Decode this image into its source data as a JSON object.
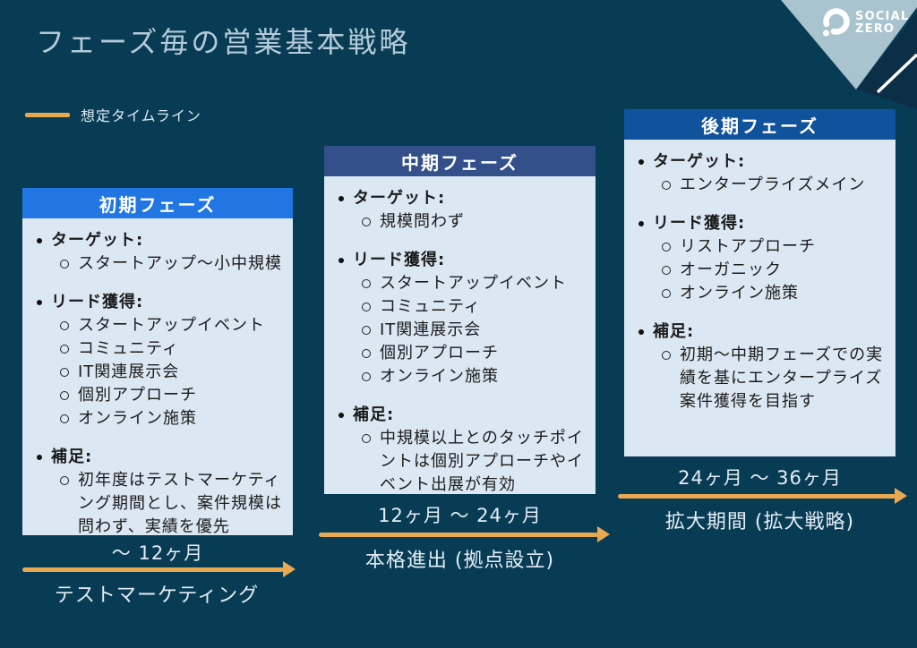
{
  "title": "フェーズ毎の営業基本戦略",
  "legend": {
    "label": "想定タイムライン"
  },
  "logo": {
    "line1": "SOCIAL",
    "line2": "ZERO"
  },
  "colors": {
    "background": "#083C55",
    "corner_light": "#A9C3CF",
    "corner_dark": "#0B2F47",
    "accent_orange": "#EAA951",
    "phase1_header": "#2176E4",
    "phase2_header": "#33508A",
    "phase3_header": "#11529C",
    "card_body": "#DBE7F2",
    "title_text": "#B5CBD9",
    "light_text": "#E4EDF4"
  },
  "phases": [
    {
      "title": "初期フェーズ",
      "sections": [
        {
          "label": "ターゲット:",
          "items": [
            "スタートアップ〜小中規模"
          ]
        },
        {
          "label": "リード獲得:",
          "items": [
            "スタートアップイベント",
            "コミュニティ",
            "IT関連展示会",
            "個別アプローチ",
            "オンライン施策"
          ]
        },
        {
          "label": "補足:",
          "items": [
            "初年度はテストマーケティング期間とし、案件規模は問わず、実績を優先"
          ]
        }
      ],
      "timeline": {
        "duration": "〜 12ヶ月",
        "label": "テストマーケティング"
      }
    },
    {
      "title": "中期フェーズ",
      "sections": [
        {
          "label": "ターゲット:",
          "items": [
            "規模問わず"
          ]
        },
        {
          "label": "リード獲得:",
          "items": [
            "スタートアップイベント",
            "コミュニティ",
            "IT関連展示会",
            "個別アプローチ",
            "オンライン施策"
          ]
        },
        {
          "label": "補足:",
          "items": [
            "中規模以上とのタッチポイントは個別アプローチやイベント出展が有効"
          ]
        }
      ],
      "timeline": {
        "duration": "12ヶ月 〜 24ヶ月",
        "label": "本格進出 (拠点設立)"
      }
    },
    {
      "title": "後期フェーズ",
      "sections": [
        {
          "label": "ターゲット:",
          "items": [
            "エンタープライズメイン"
          ]
        },
        {
          "label": "リード獲得:",
          "items": [
            "リストアプローチ",
            "オーガニック",
            "オンライン施策"
          ]
        },
        {
          "label": "補足:",
          "items": [
            "初期〜中期フェーズでの実績を基にエンタープライズ案件獲得を目指す"
          ]
        }
      ],
      "timeline": {
        "duration": "24ヶ月 〜 36ヶ月",
        "label": "拡大期間 (拡大戦略)"
      }
    }
  ]
}
